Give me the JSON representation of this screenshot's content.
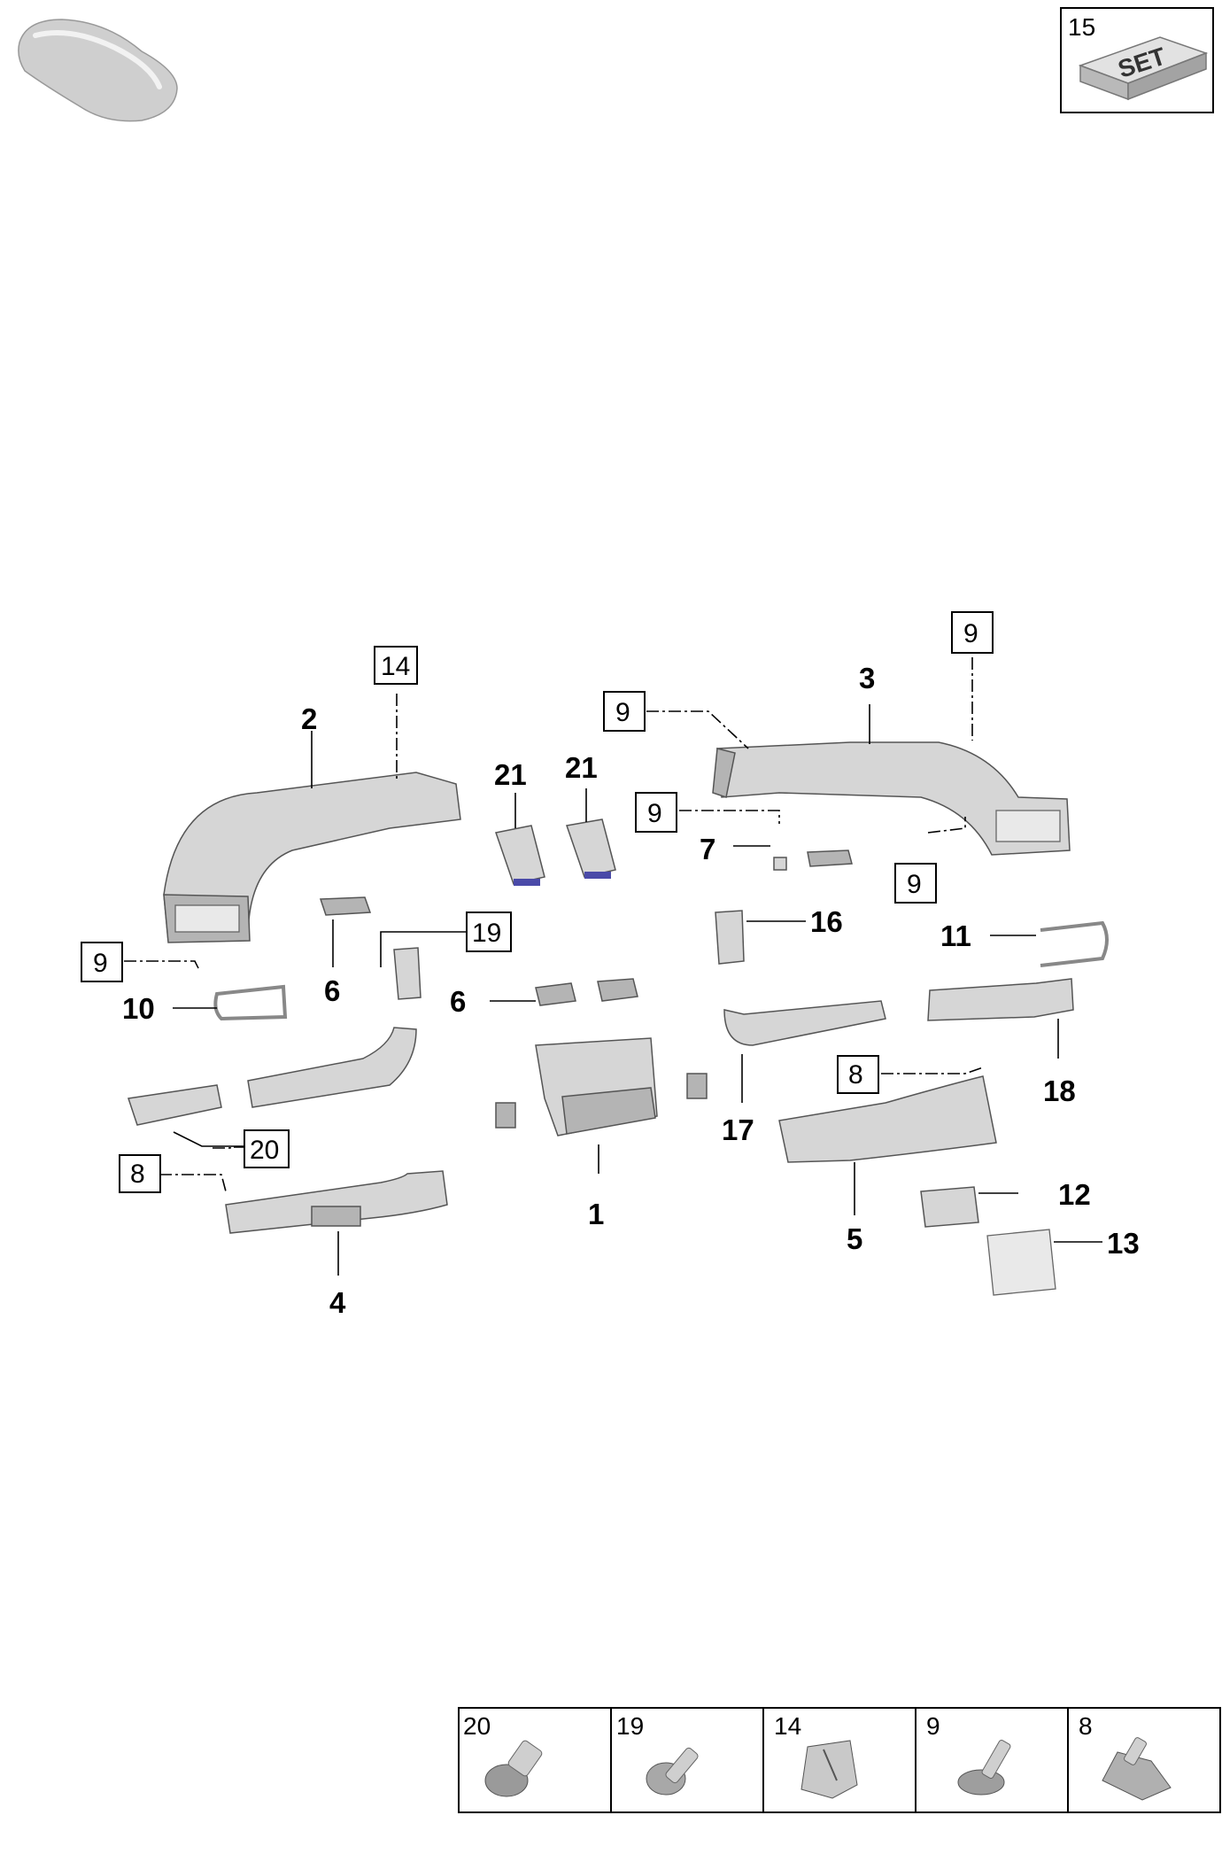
{
  "legend_box": {
    "number": "15",
    "set_text": "SET"
  },
  "callouts": {
    "c2": "2",
    "c3": "3",
    "c14": "14",
    "c9a": "9",
    "c9b": "9",
    "c9c": "9",
    "c9d": "9",
    "c9e": "9",
    "c21a": "21",
    "c21b": "21",
    "c7": "7",
    "c6a": "6",
    "c6b": "6",
    "c19": "19",
    "c16": "16",
    "c11": "11",
    "c10": "10",
    "c1": "1",
    "c17": "17",
    "c18": "18",
    "c8a": "8",
    "c8b": "8",
    "c20": "20",
    "c4": "4",
    "c5": "5",
    "c12": "12",
    "c13": "13"
  },
  "fastener_table": [
    {
      "number": "20",
      "icon": "push-rivet-icon"
    },
    {
      "number": "19",
      "icon": "screw-icon"
    },
    {
      "number": "14",
      "icon": "clip-icon"
    },
    {
      "number": "9",
      "icon": "expanding-rivet-icon"
    },
    {
      "number": "8",
      "icon": "clip-nut-icon"
    }
  ]
}
